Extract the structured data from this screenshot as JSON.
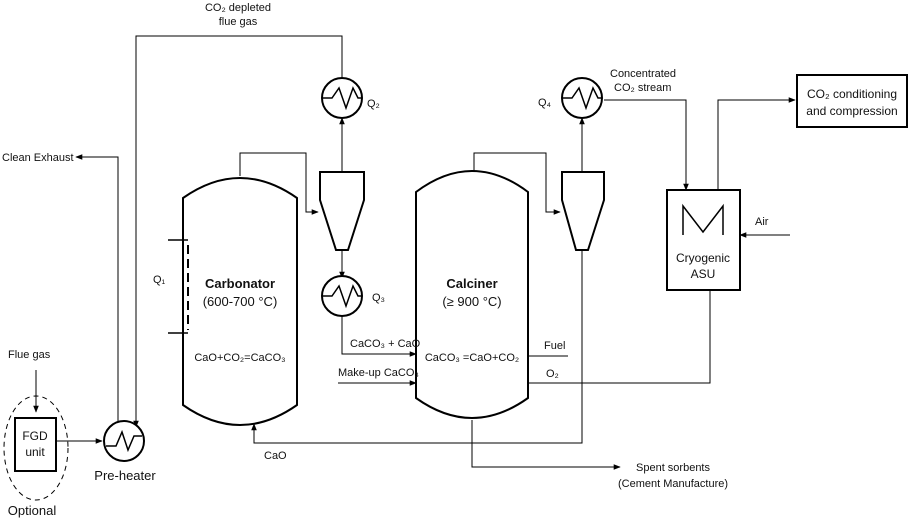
{
  "colors": {
    "line": "#000000",
    "background": "#ffffff"
  },
  "labels": {
    "co2_depleted": "CO₂ depleted",
    "flue_gas_top": "flue gas",
    "clean_exhaust": "Clean Exhaust",
    "flue_gas_in": "Flue gas",
    "fgd_line1": "FGD",
    "fgd_line2": "unit",
    "optional": "Optional",
    "preheater": "Pre-heater",
    "q1": "Q₁",
    "q2": "Q₂",
    "q3": "Q₃",
    "q4": "Q₄",
    "carbonator_title": "Carbonator",
    "carbonator_temp": "(600-700 °C)",
    "carbonator_reaction": "CaO+CO₂=CaCO₃",
    "calciner_title": "Calciner",
    "calciner_temp": "(≥ 900 °C)",
    "calciner_reaction": "CaCO₃ =CaO+CO₂",
    "caco3_cao": "CaCO₃ + CaO",
    "makeup": "Make-up CaCO₃",
    "fuel": "Fuel",
    "o2": "O₂",
    "cao_return": "CaO",
    "concentrated_1": "Concentrated",
    "concentrated_2": "CO₂ stream",
    "co2_cond_1": "CO₂ conditioning",
    "co2_cond_2": "and compression",
    "cryogenic_1": "Cryogenic",
    "cryogenic_2": "ASU",
    "air": "Air",
    "spent_1": "Spent sorbents",
    "spent_2": "(Cement Manufacture)"
  }
}
